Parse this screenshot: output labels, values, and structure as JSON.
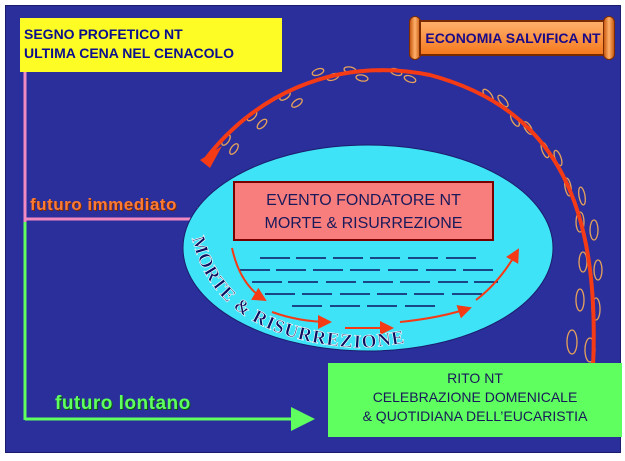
{
  "segno_box": {
    "line1": "SEGNO PROFETICO NT",
    "line2": "ULTIMA CENA NEL CENACOLO"
  },
  "banner": {
    "label": "ECONOMIA SALVIFICA NT"
  },
  "evento_box": {
    "line1": "EVENTO FONDATORE NT",
    "line2": "MORTE & RISURREZIONE"
  },
  "ellipse_text": {
    "letters": [
      "M",
      "O",
      "R",
      "T",
      "E",
      " ",
      "&",
      " ",
      "R",
      "I",
      "S",
      "U",
      "R",
      "R",
      "E",
      "Z",
      "I",
      "O",
      "N",
      "E"
    ]
  },
  "labels": {
    "futuro_immediato": "futuro immediato",
    "futuro_lontano": "futuro lontano"
  },
  "rito_box": {
    "line1": "RITO NT",
    "line2": "CELEBRAZIONE DOMENICALE",
    "line3": "& QUOTIDIANA DELL’EUCARISTIA"
  },
  "colors": {
    "background": "#2b2f9b",
    "ellipse": "#3ee3f7",
    "arc_arrow": "#f53a16",
    "pink_line": "#f08ac0",
    "green_line": "#5eff5e"
  },
  "icons": {
    "footprints": "footprint-icon",
    "scroll": "scroll-banner"
  }
}
